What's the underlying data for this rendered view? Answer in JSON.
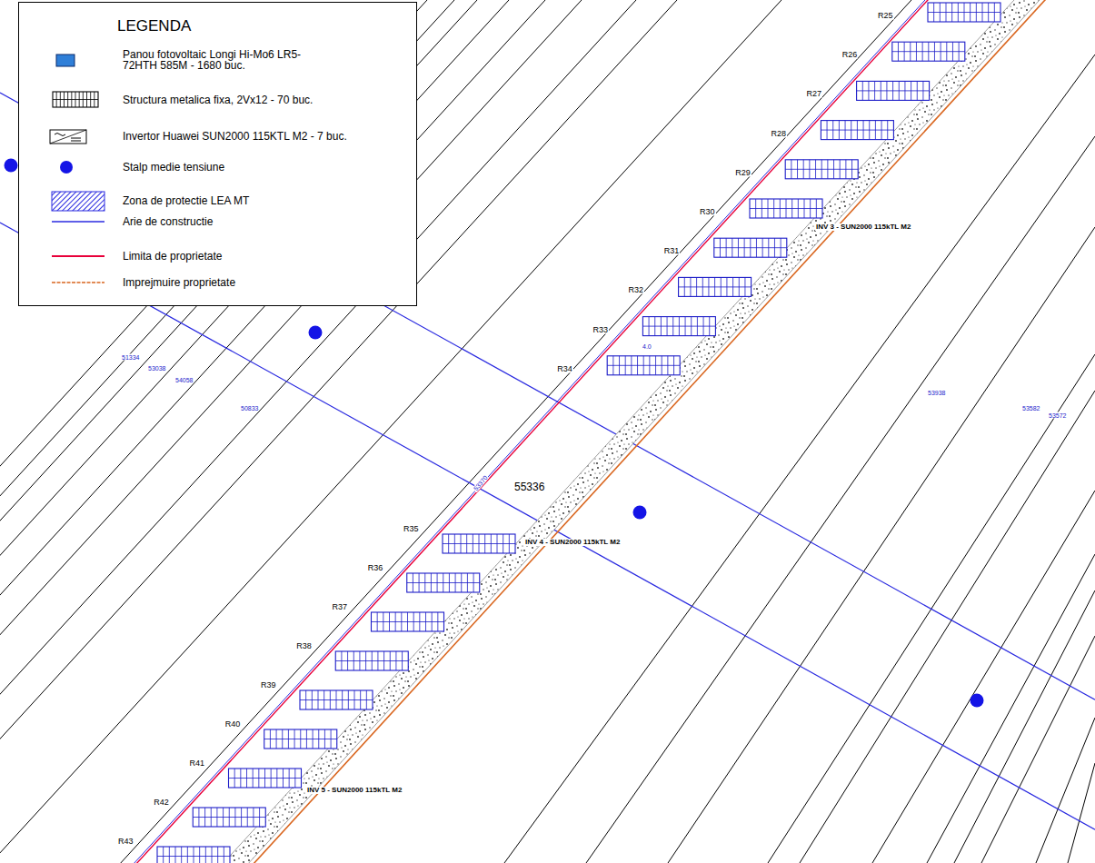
{
  "diagram": {
    "labels": [
      "LEGENDA",
      "R25",
      "R26",
      "R27",
      "R28",
      "R29",
      "R30",
      "R31",
      "R32",
      "R33",
      "R34",
      "R35",
      "R36",
      "R37",
      "R38",
      "R39",
      "R40",
      "R41",
      "R42",
      "R43",
      "INV 3 - SUN2000 115kTL M2",
      "INV 4 - SUN2000 115kTL M2",
      "INV 5 - SUN2000 115kTL M2",
      "4.0",
      "51334",
      "53038",
      "54058",
      "50833",
      "53370",
      "55336",
      "53938",
      "53582",
      "53572"
    ],
    "legend": [
      {
        "text": "Panou fotovoltaic Longi Hi-Mo6 LR5-72HTH 585M - 1680 buc.",
        "color": "#2f7fd8"
      },
      {
        "text": "Structura metalica fixa, 2Vx12 - 70 buc."
      },
      {
        "text": "Invertor Huawei SUN2000 115KTL M2 - 7 buc."
      },
      {
        "text": "Stalp medie tensiune"
      },
      {
        "text": "Zona de protectie LEA MT"
      },
      {
        "text": "Arie de constructie"
      },
      {
        "text": "Limita de proprietate"
      },
      {
        "text": "Imprejmuire proprietate"
      }
    ]
  }
}
